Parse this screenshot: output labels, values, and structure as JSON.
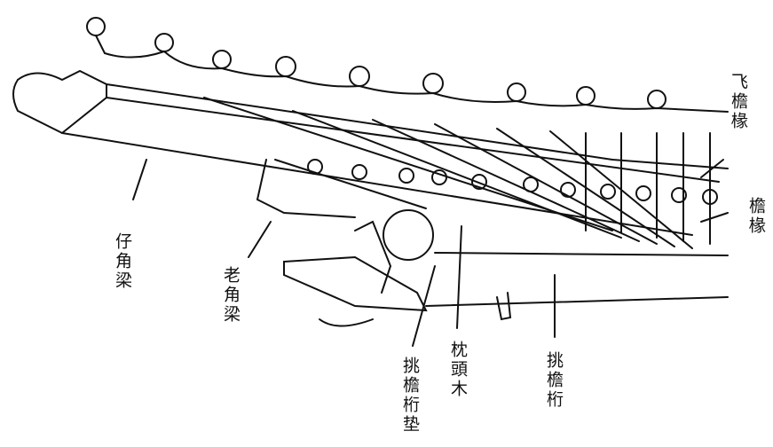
{
  "diagram": {
    "labels": {
      "fei_yan_chuan": "飞檐椽",
      "yan_chuan": "檐椽",
      "zi_jiao_liang": "仔角梁",
      "lao_jiao_liang": "老角梁",
      "tiao_yan_heng_dian": "挑檐桁垫",
      "zhen_tou_mu": "枕頭木",
      "tiao_yan_heng": "挑檐桁"
    },
    "ink_color": "#111111"
  }
}
